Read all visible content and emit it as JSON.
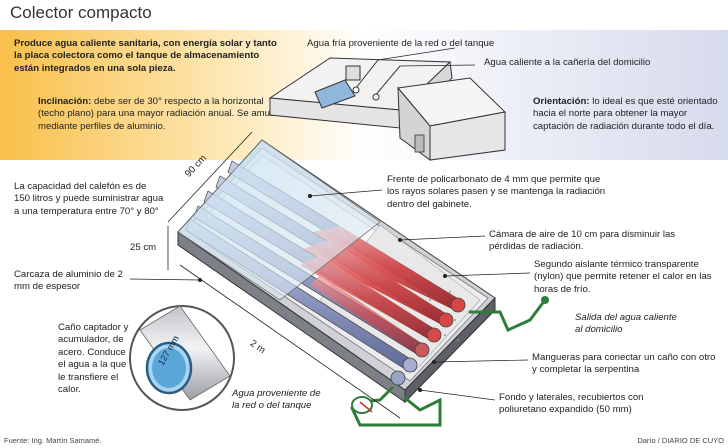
{
  "title": "Colector compacto",
  "intro": "Produce agua caliente sanitaria, con energía solar y tanto la placa colectora como el tanque de almacenamiento están integrados en una sola pieza.",
  "inclinacion": {
    "label": "Inclinación:",
    "text": "debe ser de 30° respecto a la horizontal (techo plano) para una mayor radiación anual. Se amura mediante perfiles de aluminio."
  },
  "orientacion": {
    "label": "Orientación:",
    "text": "lo ideal es que esté orientado hacia el norte para obtener la mayor captación de radiación durante todo el día."
  },
  "house_labels": {
    "agua_fria": "Agua fría proveniente de la red o del tanque",
    "agua_caliente": "Agua caliente a la cañería del domicilio"
  },
  "capacidad": "La capacidad del calefón es de 150 litros y puede suministrar agua a una temperatura entre 70° y 80°",
  "carcaza": "Carcaza de aluminio de 2 mm de espesor",
  "cano": "Caño captador y acumulador, de acero. Conduce el agua a la que le transfiere el calor.",
  "dims": {
    "depth": "90 cm",
    "height": "25 cm",
    "length": "2 m",
    "diameter": "127 mm"
  },
  "entrada": "Agua proveniente de la red o del tanque",
  "frente": "Frente de policarbonato de 4 mm que permite que los rayos solares pasen y se mantenga la radiación dentro del gabinete.",
  "camara": "Cámara de aire de 10 cm para disminuir las pérdidas de radiación.",
  "aislante": "Segundo aislante térmico transparente (nylon) que permite retener el calor en las horas de frío.",
  "salida": "Salida del agua caliente al domicilio",
  "mangueras": "Mangueras para conectar un caño con otro y completar la serpentina",
  "fondo": "Fondo y laterales, recubiertos con poliuretano expandido (50 mm)",
  "footer": {
    "source": "Fuente: Ing. Martín Samamé.",
    "credit": "Darío / DIARIO DE CUYO"
  },
  "colors": {
    "band_left": "#f9c04a",
    "band_right": "#d6dbec",
    "pipe_cold": "#9aa4c8",
    "pipe_hot": "#e04040",
    "hose": "#2f7d3a"
  }
}
